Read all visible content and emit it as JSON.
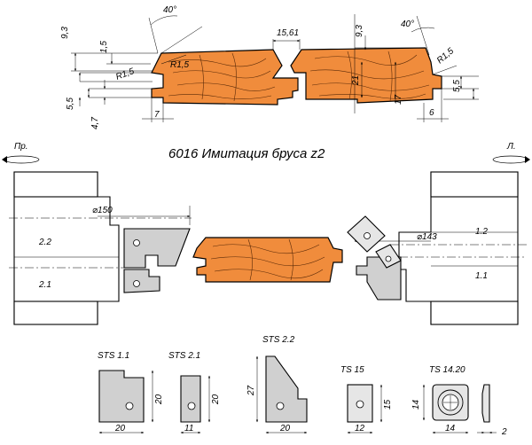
{
  "title": "6016 Имитация бруса z2",
  "rotation": {
    "left": "Пр.",
    "right": "Л."
  },
  "profile_dims": {
    "d9_3_left": "9,3",
    "d1_5_left": "1,5",
    "d40_left": "40°",
    "dR1_5_a": "R1,5",
    "dR1_5_b": "R1,5",
    "d5_5_left": "5,5",
    "d4_7": "4,7",
    "d7": "7",
    "d15_61": "15,61",
    "d9_3_right": "9,3",
    "d40_right": "40°",
    "d21": "21",
    "dR1_5_right": "R1,5",
    "d17": "17",
    "d5_5_right": "5,5",
    "d6": "6"
  },
  "tool_dims": {
    "d150": "⌀150",
    "d143": "⌀143",
    "l2_2": "2.2",
    "l2_1": "2.1",
    "l1_2": "1.2",
    "l1_1": "1.1"
  },
  "knives": [
    {
      "name": "STS 1.1",
      "width": "20",
      "height": "20"
    },
    {
      "name": "STS 2.1",
      "width": "11",
      "height": "20"
    },
    {
      "name": "STS 2.2",
      "width": "20",
      "height": "27"
    },
    {
      "name": "TS 15",
      "width": "12",
      "height": "15"
    },
    {
      "name": "TS 14.20",
      "width": "14",
      "height": "14",
      "thickness": "2"
    }
  ]
}
